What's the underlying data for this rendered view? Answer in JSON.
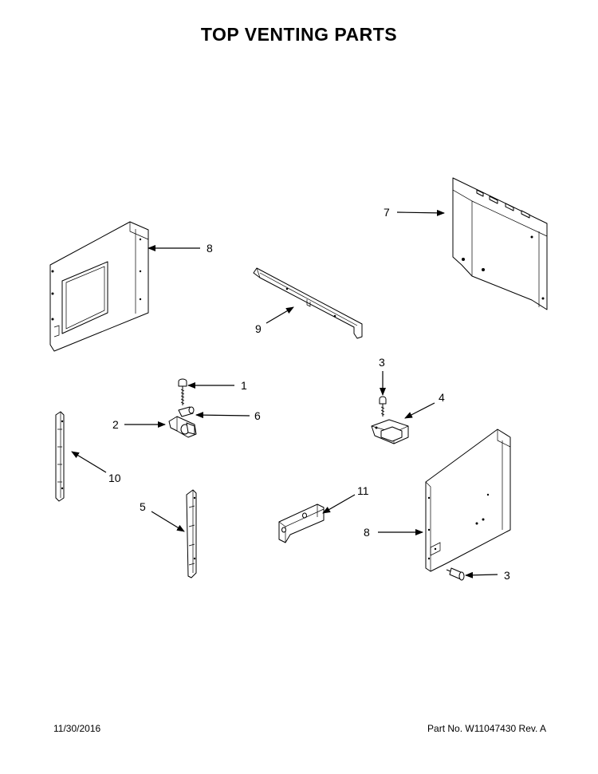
{
  "title": "TOP VENTING PARTS",
  "callouts": {
    "c1": "1",
    "c2": "2",
    "c3a": "3",
    "c3b": "3",
    "c4": "4",
    "c5": "5",
    "c6": "6",
    "c7": "7",
    "c8a": "8",
    "c8b": "8",
    "c9": "9",
    "c10": "10",
    "c11": "11"
  },
  "footer": {
    "date": "11/30/2016",
    "part_number": "Part No.  W11047430   Rev.  A"
  }
}
